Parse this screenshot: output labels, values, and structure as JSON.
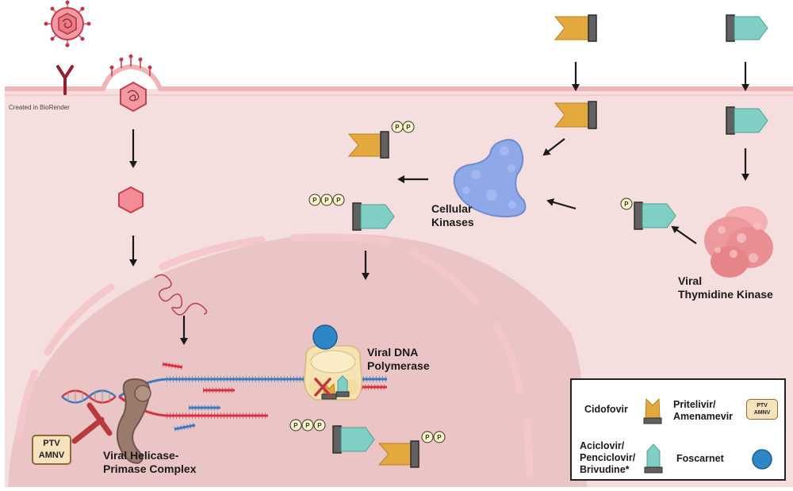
{
  "credit": "Created in BioRender",
  "labels": {
    "cellular_kinases_1": "Cellular",
    "cellular_kinases_2": "Kinases",
    "viral_tk_1": "Viral",
    "viral_tk_2": "Thymidine Kinase",
    "polymerase_1": "Viral DNA",
    "polymerase_2": "Polymerase",
    "helicase_1": "Viral Helicase-",
    "helicase_2": "Primase Complex"
  },
  "phosphate": "P",
  "inhibitor_badge": {
    "line1": "PTV",
    "line2": "AMNV"
  },
  "legend": {
    "cidofovir": "Cidofovir",
    "pritelivir_1": "Pritelivir/",
    "pritelivir_2": "Amenamevir",
    "aciclovir_1": "Aciclovir/",
    "aciclovir_2": "Penciclovir/",
    "aciclovir_3": "Brivudine*",
    "foscarnet": "Foscarnet",
    "badge_line1": "PTV",
    "badge_line2": "AMNV"
  },
  "colors": {
    "cytoplasm": "#f3dcdc",
    "nucleus": "#ebc3c5",
    "membrane": "#f2b7b9",
    "cidofovir": "#e3a83e",
    "aciclovir": "#7fcfc4",
    "foscarnet": "#2f86c7",
    "kinase": "#8aa6e6",
    "viral_tk": "#e98f93",
    "dna_blue": "#3b7bbf",
    "dna_red": "#d6313f"
  }
}
